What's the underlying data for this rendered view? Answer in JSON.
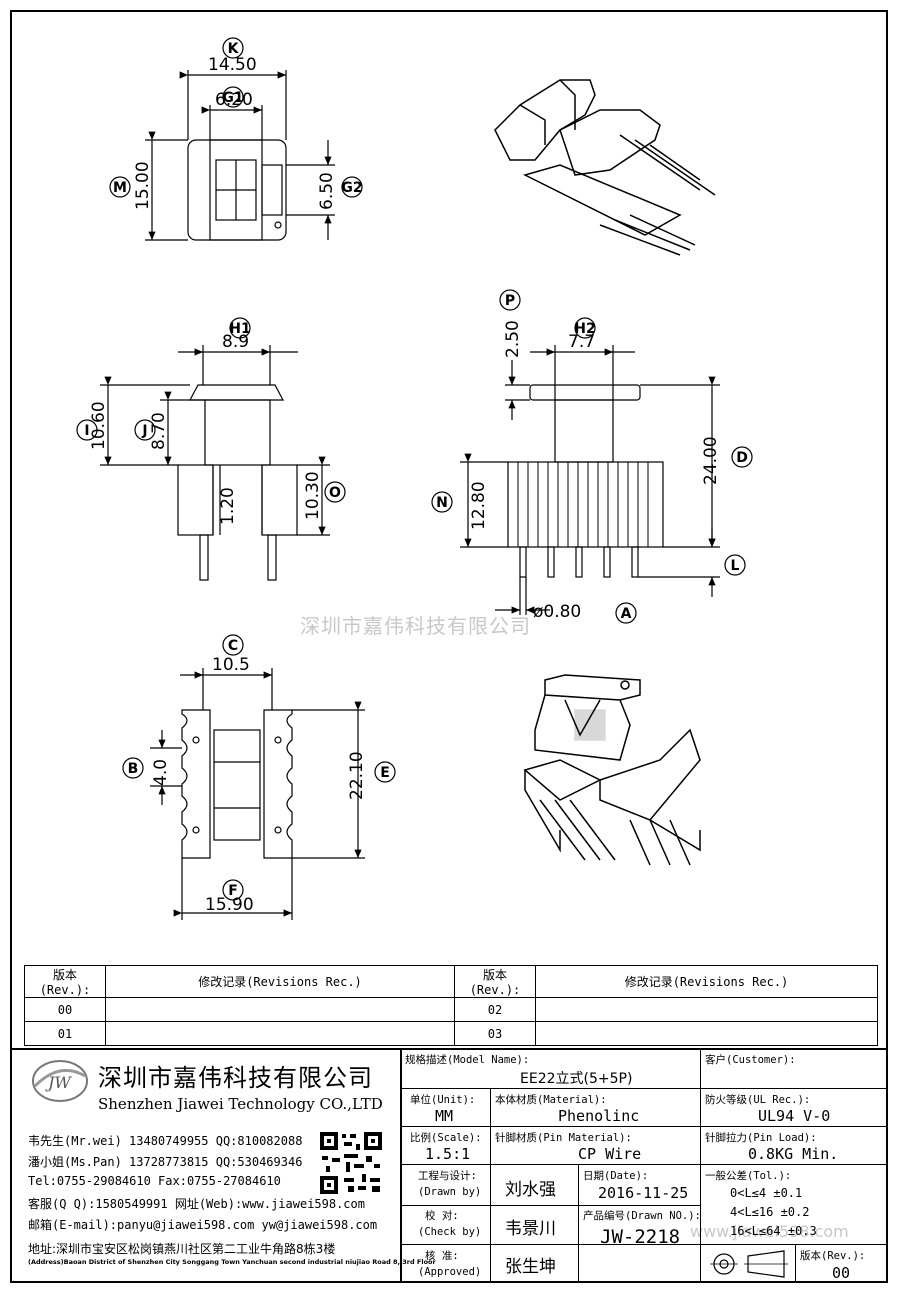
{
  "dims": {
    "k_val": "14.50",
    "g1_val": "6.20",
    "m_val": "15.00",
    "g2_val": "6.50",
    "h1_val": "8.9",
    "i_val": "10.60",
    "j_val": "8.70",
    "small_val": "1.20",
    "o_val": "10.30",
    "p_val": "2.50",
    "h2_val": "7.7",
    "d_val": "24.00",
    "n_val": "12.80",
    "a_val": "ø0.80",
    "c_val": "10.5",
    "b_val": "4.0",
    "e_val": "22.10",
    "f_val": "15.90"
  },
  "labels": {
    "k": "K",
    "g1": "G1",
    "m": "M",
    "g2": "G2",
    "h1": "H1",
    "i": "I",
    "j": "J",
    "o": "O",
    "p": "P",
    "h2": "H2",
    "d": "D",
    "n": "N",
    "l": "L",
    "a": "A",
    "c": "C",
    "b": "B",
    "e": "E",
    "f": "F"
  },
  "watermark": "深圳市嘉伟科技有限公司",
  "watermark_url": "www.jiawei598.com",
  "revisions": {
    "h_rev1": "版本(Rev.):",
    "h_rec1": "修改记录(Revisions Rec.)",
    "h_rev2": "版本(Rev.):",
    "h_rec2": "修改记录(Revisions Rec.)",
    "rows": [
      {
        "rev_a": "00",
        "rev_b": "02"
      },
      {
        "rev_a": "01",
        "rev_b": "03"
      }
    ]
  },
  "company": {
    "logo_text": "JW",
    "name_cn": "深圳市嘉伟科技有限公司",
    "name_en": "Shenzhen Jiawei Technology CO.,LTD",
    "contact1": "韦先生(Mr.wei) 13480749955 QQ:810082088",
    "contact2": "潘小姐(Ms.Pan) 13728773815 QQ:530469346",
    "contact3": "Tel:0755-29084610    Fax:0755-27084610",
    "contact4": "客服(Q Q):1580549991  网址(Web):www.jiawei598.com",
    "contact5": "邮箱(E-mail):panyu@jiawei598.com  yw@jiawei598.com",
    "address_cn": "地址:深圳市宝安区松岗镇燕川社区第二工业牛角路8栋3楼",
    "address_en": "(Address)Baoan District of Shenzhen City Songgang Town Yanchuan  second industrial niujiao Road 8, 3rd Floor"
  },
  "titleblock": {
    "model_label": "规格描述(Model Name):",
    "model_value": "EE22立式(5+5P)",
    "customer_label": "客户(Customer):",
    "unit_label": "单位(Unit):",
    "unit_value": "MM",
    "material_label": "本体材质(Material):",
    "material_value": "Phenolinc",
    "ul_label": "防火等级(UL Rec.):",
    "ul_value": "UL94 V-0",
    "scale_label": "比例(Scale):",
    "scale_value": "1.5:1",
    "pin_material_label": "针脚材质(Pin Material):",
    "pin_material_value": "CP Wire",
    "pin_load_label": "针脚拉力(Pin Load):",
    "pin_load_value": "0.8KG Min.",
    "drawn_label": "工程与设计:",
    "drawn_label_en": "(Drawn by)",
    "drawn_value": "刘水强",
    "date_label": "日期(Date):",
    "date_value": "2016-11-25",
    "tol_label": "一般公差(Tol.):",
    "tol1": "0<L≤4   ±0.1",
    "tol2": "4<L≤16  ±0.2",
    "tol3": "16<L≤64 ±0.3",
    "check_label": "校  对:",
    "check_label_en": "(Check by)",
    "check_value": "韦景川",
    "drawn_no_label": "产品编号(Drawn NO.):",
    "drawn_no_value": "JW-2218",
    "approve_label": "核  准:",
    "approve_label_en": "(Approved)",
    "approve_value": "张生坤",
    "rev_label": "版本(Rev.):",
    "rev_value": "00"
  }
}
